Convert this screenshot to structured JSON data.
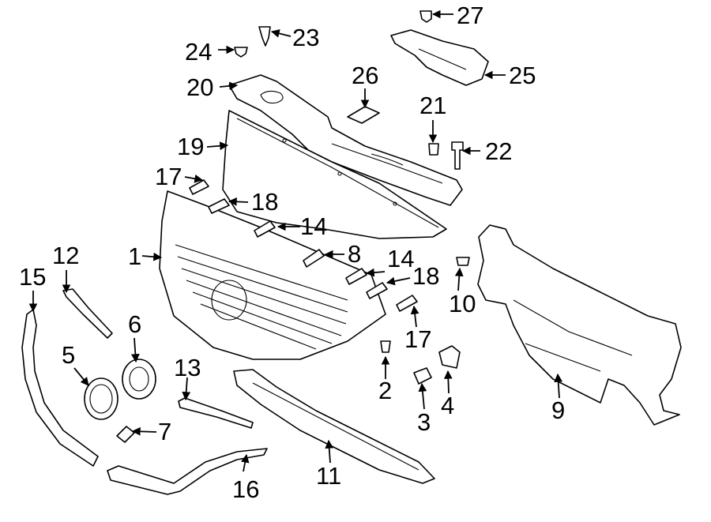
{
  "diagram": {
    "background": "#ffffff",
    "line_color": "#000000",
    "callouts": [
      {
        "id": "c1",
        "label": "1"
      },
      {
        "id": "c2",
        "label": "2"
      },
      {
        "id": "c3",
        "label": "3"
      },
      {
        "id": "c4",
        "label": "4"
      },
      {
        "id": "c5",
        "label": "5"
      },
      {
        "id": "c6",
        "label": "6"
      },
      {
        "id": "c7",
        "label": "7"
      },
      {
        "id": "c8",
        "label": "8"
      },
      {
        "id": "c9",
        "label": "9"
      },
      {
        "id": "c10",
        "label": "10"
      },
      {
        "id": "c11",
        "label": "11"
      },
      {
        "id": "c12",
        "label": "12"
      },
      {
        "id": "c13",
        "label": "13"
      },
      {
        "id": "c14a",
        "label": "14"
      },
      {
        "id": "c14b",
        "label": "14"
      },
      {
        "id": "c15",
        "label": "15"
      },
      {
        "id": "c16",
        "label": "16"
      },
      {
        "id": "c17a",
        "label": "17"
      },
      {
        "id": "c17b",
        "label": "17"
      },
      {
        "id": "c18a",
        "label": "18"
      },
      {
        "id": "c18b",
        "label": "18"
      },
      {
        "id": "c19",
        "label": "19"
      },
      {
        "id": "c20",
        "label": "20"
      },
      {
        "id": "c21",
        "label": "21"
      },
      {
        "id": "c22",
        "label": "22"
      },
      {
        "id": "c23",
        "label": "23"
      },
      {
        "id": "c24",
        "label": "24"
      },
      {
        "id": "c25",
        "label": "25"
      },
      {
        "id": "c26",
        "label": "26"
      },
      {
        "id": "c27",
        "label": "27"
      }
    ]
  }
}
